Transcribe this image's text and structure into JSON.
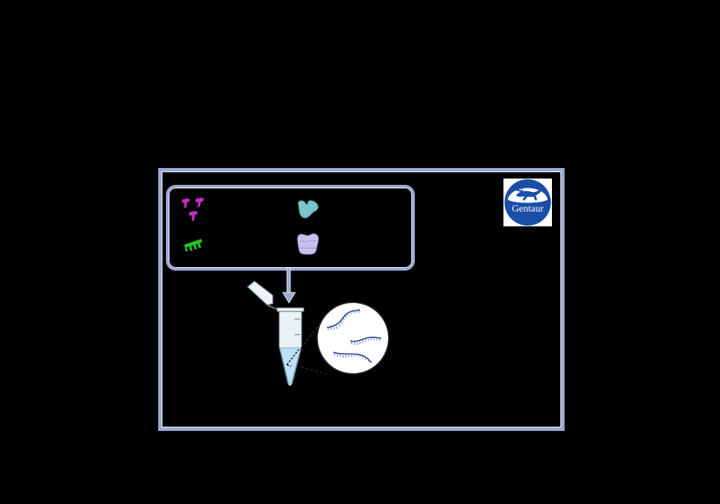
{
  "figure": {
    "logo": {
      "text": "Gentaur",
      "color": "#1a4fa8"
    },
    "colors": {
      "frame": "#9aaad3",
      "antibody_magenta": "#c02ec0",
      "antibody_green": "#22c422",
      "protein_teal": "#7cc3c9",
      "protein_lavender": "#c9c3ec",
      "liquid": "#bfe0f3",
      "strand": "#233a8a"
    },
    "reagents": [
      {
        "name": "antibodies-magenta",
        "position": "top-left"
      },
      {
        "name": "antibody-green",
        "position": "bottom-left"
      },
      {
        "name": "protein-teal",
        "position": "top-right"
      },
      {
        "name": "protein-lavender",
        "position": "bottom-right"
      }
    ],
    "tube": {
      "graduations": 2
    },
    "magnified_view": {
      "strands": 3
    }
  }
}
